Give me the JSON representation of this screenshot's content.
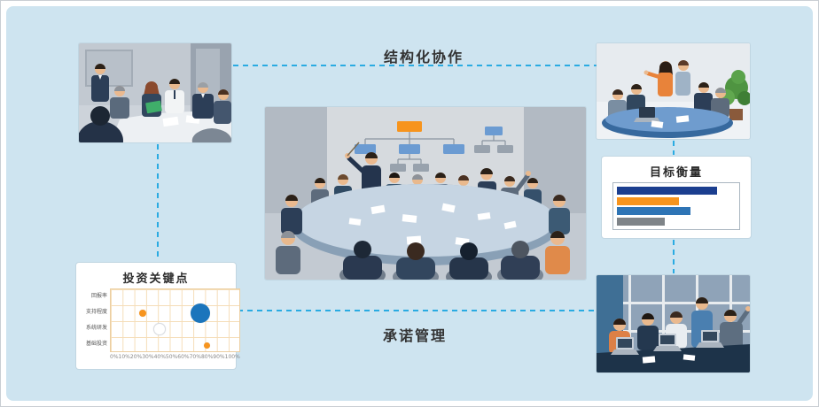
{
  "canvas": {
    "background": "#cee4f0",
    "frame": "#ffffff",
    "accent_line": "#2aabe2",
    "label_color": "#333333"
  },
  "connector_labels": {
    "top": "结构化协作",
    "bottom": "承诺管理"
  },
  "goal_panel": {
    "title": "目标衡量",
    "chart_data": {
      "type": "bar",
      "orientation": "horizontal",
      "values": [
        84,
        52,
        62,
        40
      ],
      "xmax": 100,
      "colors": [
        "#1b3e8f",
        "#f7941d",
        "#2e74b5",
        "#7f8488"
      ],
      "grid": false,
      "legend": false
    }
  },
  "bubble_panel": {
    "title": "投资关键点",
    "chart_data": {
      "type": "scatter",
      "y_categories": [
        "回报率",
        "支持程度",
        "系统研发",
        "基础投资"
      ],
      "x_ticks": [
        "0%",
        "10%",
        "20%",
        "30%",
        "40%",
        "50%",
        "60%",
        "70%",
        "80%",
        "90%",
        "100%"
      ],
      "points": [
        {
          "x": 25,
          "row": 1,
          "r": 4,
          "color": "#f7941d"
        },
        {
          "x": 70,
          "row": 1,
          "r": 11,
          "color": "#1b75bc"
        },
        {
          "x": 38,
          "row": 2,
          "r": 7,
          "color": "#ffffff"
        },
        {
          "x": 75,
          "row": 3,
          "r": 3.5,
          "color": "#f7941d"
        }
      ],
      "grid": true
    }
  },
  "illustrations": {
    "top_left": "team-meeting-around-table",
    "center": "boardroom-roundtable-with-org-chart",
    "top_right": "standing-presentation-meeting",
    "bottom_right": "laptop-workshop-by-window"
  }
}
